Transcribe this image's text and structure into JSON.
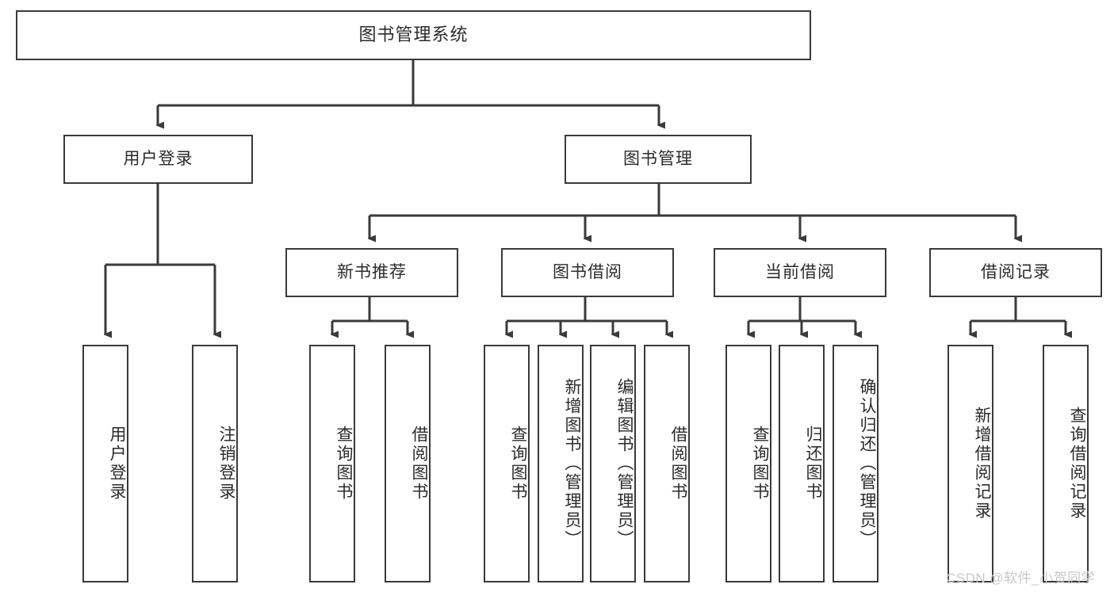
{
  "diagram": {
    "title": "图书管理系统",
    "type": "tree-structure-chart",
    "watermark": "CSDN @软件_小贺同学",
    "colors": {
      "box_border": "#3a3a3a",
      "box_fill": "#ffffff",
      "edge": "#3a3a3a",
      "text": "#2b2b2b",
      "watermark": "#c9c9c9",
      "background": "#ffffff"
    },
    "levels": {
      "root": {
        "id": "root",
        "label": "图书管理系统",
        "orientation": "horizontal"
      },
      "level2": [
        {
          "id": "user-login",
          "label": "用户登录",
          "orientation": "horizontal"
        },
        {
          "id": "book-manage",
          "label": "图书管理",
          "orientation": "horizontal"
        }
      ],
      "level3": [
        {
          "id": "new-book-recommend",
          "label": "新书推荐",
          "orientation": "horizontal",
          "parent": "book-manage"
        },
        {
          "id": "book-borrow",
          "label": "图书借阅",
          "orientation": "horizontal",
          "parent": "book-manage"
        },
        {
          "id": "current-borrow",
          "label": "当前借阅",
          "orientation": "horizontal",
          "parent": "book-manage"
        },
        {
          "id": "borrow-record",
          "label": "借阅记录",
          "orientation": "horizontal",
          "parent": "book-manage"
        }
      ],
      "leaves": [
        {
          "id": "leaf-user-login",
          "label": "用户登录",
          "orientation": "vertical",
          "parent": "user-login"
        },
        {
          "id": "leaf-user-logout",
          "label": "注销登录",
          "orientation": "vertical",
          "parent": "user-login"
        },
        {
          "id": "leaf-query-book-1",
          "label": "查询图书",
          "orientation": "vertical",
          "parent": "new-book-recommend"
        },
        {
          "id": "leaf-borrow-book-1",
          "label": "借阅图书",
          "orientation": "vertical",
          "parent": "new-book-recommend"
        },
        {
          "id": "leaf-query-book-2",
          "label": "查询图书",
          "orientation": "vertical",
          "parent": "book-borrow"
        },
        {
          "id": "leaf-add-book",
          "label": "新增图书（管理员）",
          "orientation": "vertical",
          "parent": "book-borrow"
        },
        {
          "id": "leaf-edit-book",
          "label": "编辑图书（管理员）",
          "orientation": "vertical",
          "parent": "book-borrow"
        },
        {
          "id": "leaf-borrow-book-2",
          "label": "借阅图书",
          "orientation": "vertical",
          "parent": "book-borrow"
        },
        {
          "id": "leaf-query-book-3",
          "label": "查询图书",
          "orientation": "vertical",
          "parent": "current-borrow"
        },
        {
          "id": "leaf-return-book",
          "label": "归还图书",
          "orientation": "vertical",
          "parent": "current-borrow"
        },
        {
          "id": "leaf-confirm-return",
          "label": "确认归还（管理员）",
          "orientation": "vertical",
          "parent": "current-borrow"
        },
        {
          "id": "leaf-add-record",
          "label": "新增借阅记录",
          "orientation": "vertical",
          "parent": "borrow-record"
        },
        {
          "id": "leaf-query-record",
          "label": "查询借阅记录",
          "orientation": "vertical",
          "parent": "borrow-record"
        }
      ]
    }
  }
}
